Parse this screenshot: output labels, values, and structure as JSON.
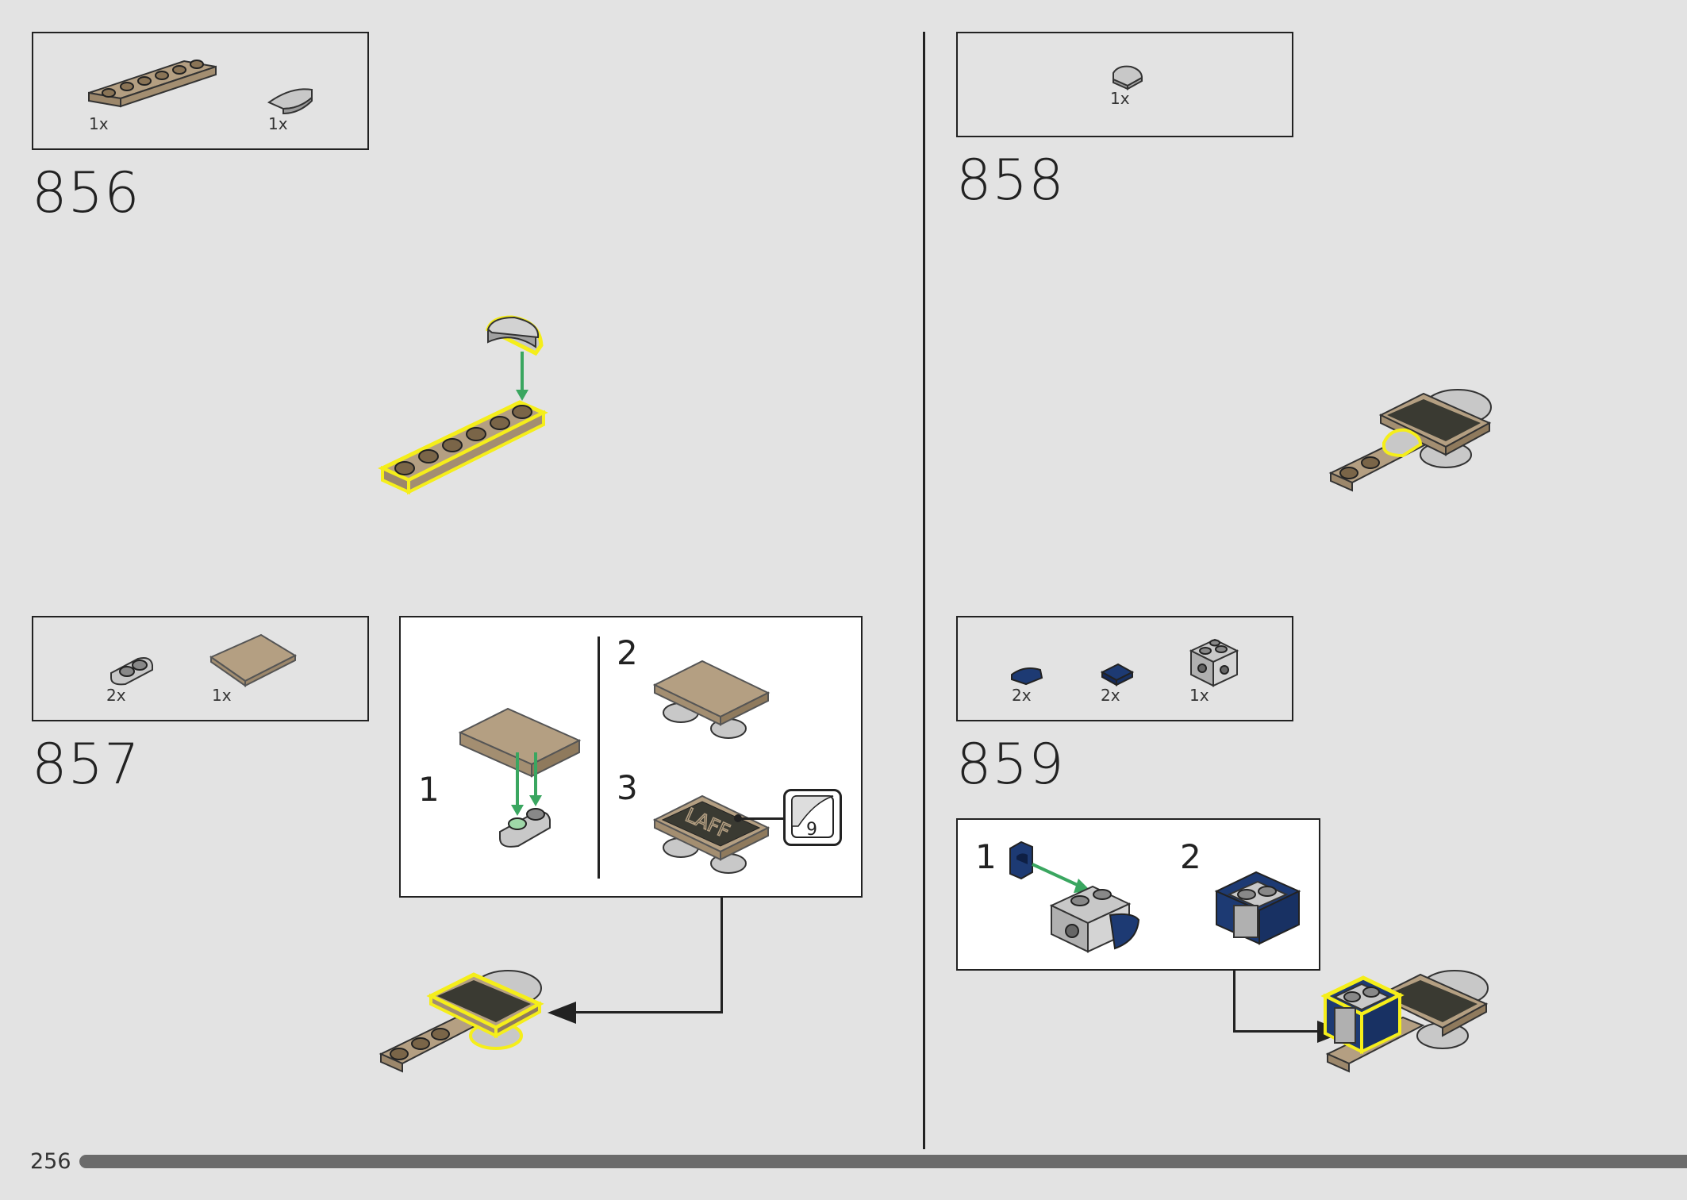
{
  "page_number": "256",
  "steps": [
    {
      "number": "856",
      "parts": [
        {
          "count": "1x",
          "part": "tan-plate-1x6-icon"
        },
        {
          "count": "1x",
          "part": "gray-half-round-tile-icon"
        }
      ]
    },
    {
      "number": "857",
      "parts": [
        {
          "count": "2x",
          "part": "gray-plate-1x2-rounded-icon"
        },
        {
          "count": "1x",
          "part": "tan-tile-icon"
        }
      ],
      "substeps": [
        "1",
        "2",
        "3"
      ],
      "sticker_number": "9",
      "sticker_text": "LAFF"
    },
    {
      "number": "858",
      "parts": [
        {
          "count": "1x",
          "part": "gray-quarter-round-tile-icon"
        }
      ]
    },
    {
      "number": "859",
      "parts": [
        {
          "count": "2x",
          "part": "blue-curved-slope-icon"
        },
        {
          "count": "2x",
          "part": "blue-tile-icon"
        },
        {
          "count": "1x",
          "part": "gray-brick-with-studs-icon"
        }
      ],
      "substeps": [
        "1",
        "2"
      ]
    }
  ],
  "colors": {
    "background": "#e3e3e3",
    "tan": "#b49f82",
    "gray": "#c8c8c8",
    "dark_blue": "#1d3a73",
    "highlight": "#f5ee1a",
    "arrow_green": "#3aa660",
    "progress_bar": "#6b6b6b"
  }
}
